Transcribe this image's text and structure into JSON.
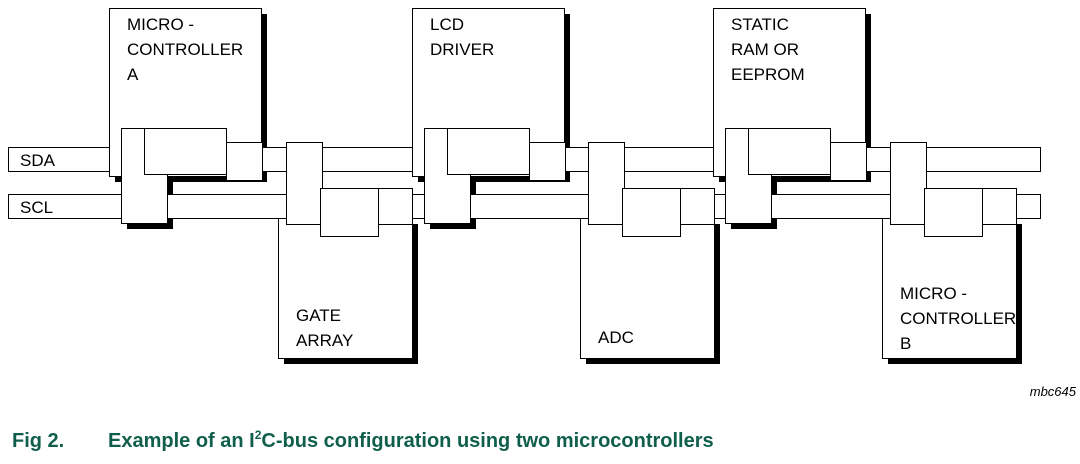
{
  "lines": {
    "sda": "SDA",
    "scl": "SCL"
  },
  "devices": {
    "micro_a": [
      "MICRO -",
      "CONTROLLER",
      "A"
    ],
    "lcd": [
      "LCD",
      "DRIVER"
    ],
    "ram": [
      "STATIC",
      "RAM OR",
      "EEPROM"
    ],
    "gate": [
      "GATE",
      "ARRAY"
    ],
    "adc": [
      "ADC"
    ],
    "micro_b": [
      "MICRO -",
      "CONTROLLER",
      "B"
    ]
  },
  "figure_code": "mbc645",
  "caption": {
    "number": "Fig 2.",
    "title_pre": "Example of an I",
    "title_sup": "2",
    "title_post": "C-bus configuration using two microcontrollers"
  },
  "colors": {
    "caption": "#0f5f4b",
    "line": "#000000"
  }
}
